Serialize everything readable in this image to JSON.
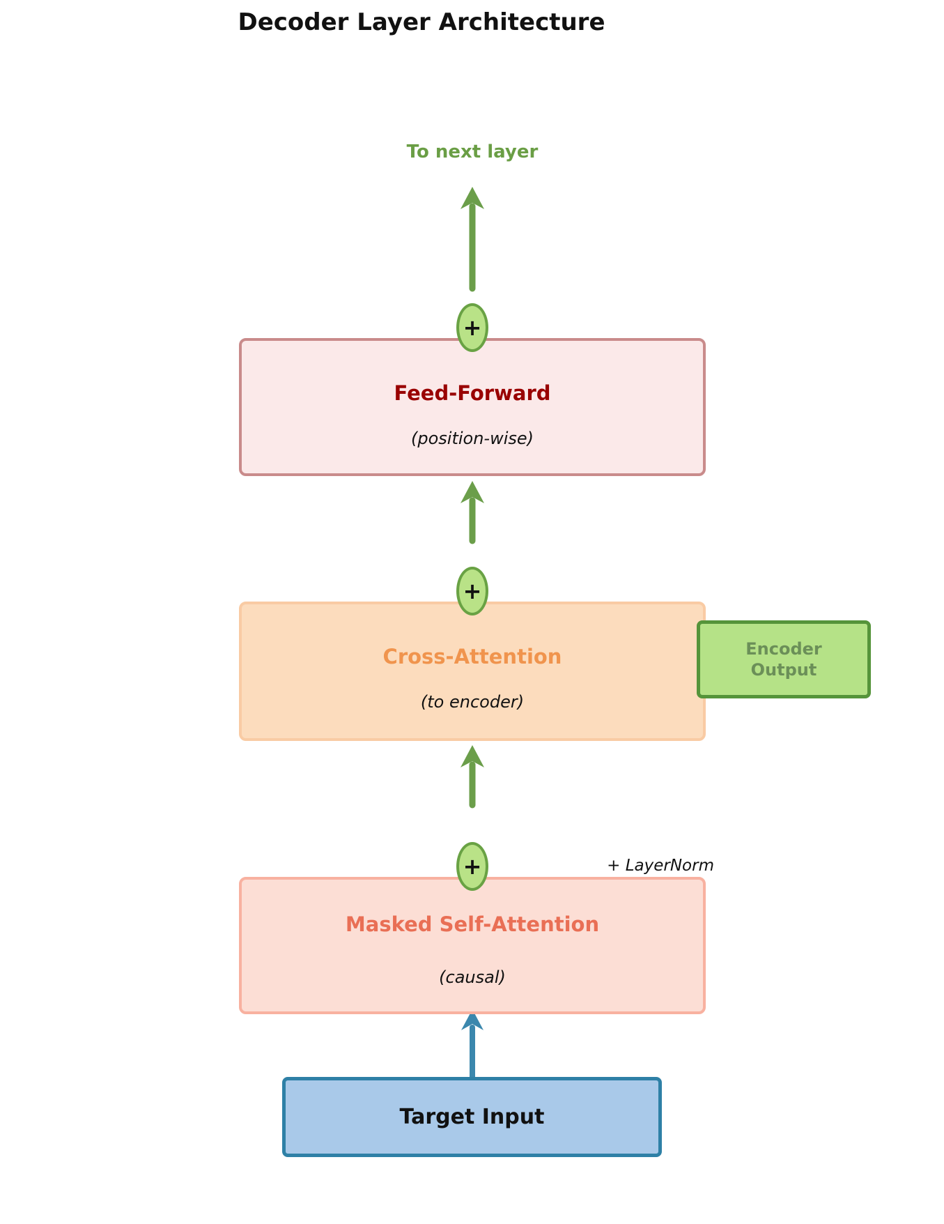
{
  "title": "Decoder Layer Architecture",
  "flow": {
    "output_label": "To next layer",
    "residual_symbol": "+",
    "layer_norm_note": "+ LayerNorm"
  },
  "blocks": {
    "feed_forward": {
      "title": "Feed-Forward",
      "subtitle": "(position-wise)"
    },
    "cross_attention": {
      "title": "Cross-Attention",
      "subtitle": "(to encoder)"
    },
    "encoder_output": {
      "label": "Encoder\nOutput"
    },
    "masked_self_attention": {
      "title": "Masked Self-Attention",
      "subtitle": "(causal)"
    },
    "target_input": {
      "label": "Target Input"
    }
  },
  "colors": {
    "arrow_green": "#6b9e4a",
    "arrow_blue": "#3b87ad",
    "residual_node_fill": "#b9e287",
    "residual_node_border": "#69a244",
    "next_layer_text": "#6a9e45",
    "feed_forward_fill": "#fbe9e9",
    "feed_forward_border": "#c98b8b",
    "feed_forward_accent": "#990000",
    "cross_attention_fill": "#fcdcbd",
    "cross_attention_border": "#f9cba4",
    "cross_attention_accent": "#f0944d",
    "encoder_output_fill": "#b5e287",
    "encoder_output_border": "#55943a",
    "encoder_output_text": "#6b8f58",
    "masked_fill": "#fcded5",
    "masked_border": "#f8b1a0",
    "masked_accent": "#e96f55",
    "target_fill": "#a9c9e9",
    "target_border": "#2e80a6",
    "title_text": "#111111"
  }
}
